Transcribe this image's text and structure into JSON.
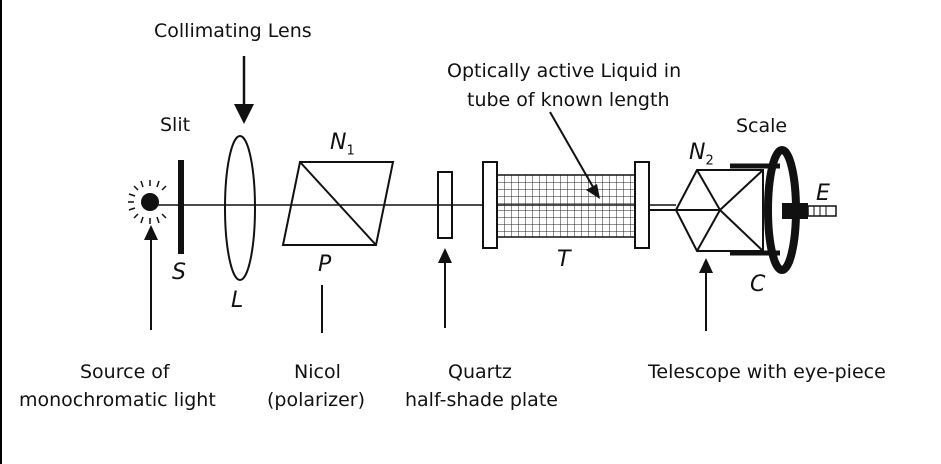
{
  "labels": {
    "collimating_lens": "Collimating Lens",
    "slit": "Slit",
    "optically_active_1": "Optically active Liquid in",
    "optically_active_2": "tube of known length",
    "scale": "Scale",
    "source_1": "Source of",
    "source_2": "monochromatic light",
    "nicol_1": "Nicol",
    "nicol_2": "(polarizer)",
    "quartz_1": "Quartz",
    "quartz_2": "half-shade plate",
    "telescope": "Telescope with eye-piece"
  },
  "symbols": {
    "S": "S",
    "L": "L",
    "P": "P",
    "T": "T",
    "N1_base": "N",
    "N1_sub": "1",
    "N2_base": "N",
    "N2_sub": "2",
    "C": "C",
    "E": "E"
  },
  "colors": {
    "ink": "#111111",
    "background": "#ffffff"
  }
}
